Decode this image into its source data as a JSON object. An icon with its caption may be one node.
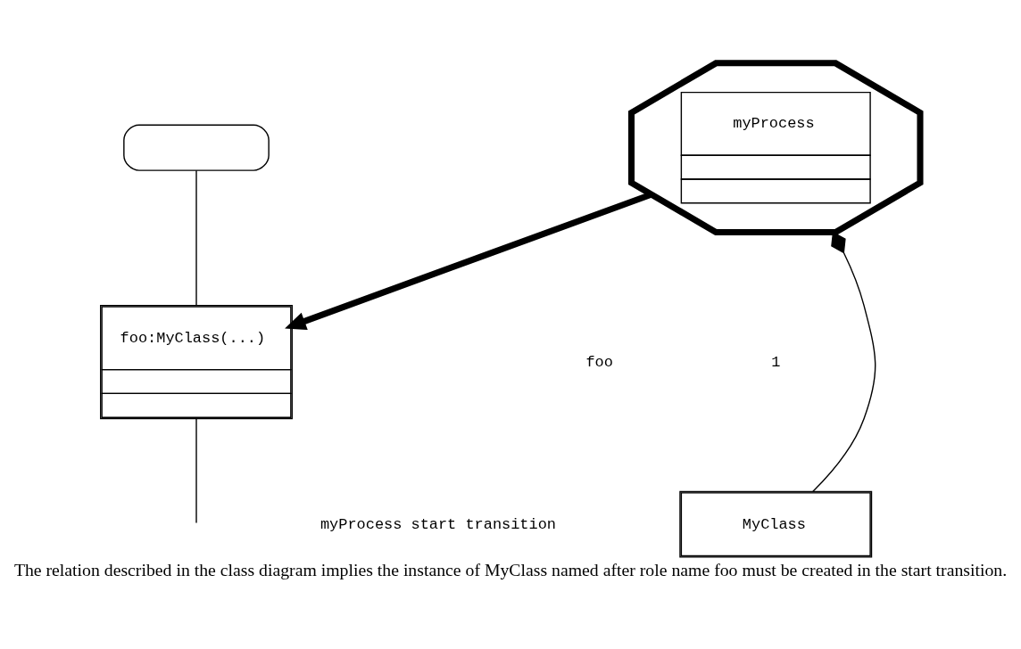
{
  "diagram": {
    "caption": "The relation described in the class diagram implies the instance of MyClass named after role name foo must be created in the start transition.",
    "nodes": [
      {
        "text": [
          "myProcess"
        ]
      },
      {
        "text": [
          "MyClass"
        ]
      },
      {
        "text": [],
        "shape": "oval"
      },
      {
        "text": [
          "foo:MyClass(...)"
        ]
      }
    ],
    "edges": [
      {
        "from": 1,
        "to": 0,
        "arrow": "other"
      },
      {
        "from": 2,
        "to": 3,
        "arrow": "none"
      },
      {
        "from": 3,
        "to": null,
        "arrow": "none"
      },
      {
        "from": 0,
        "to": 3,
        "arrow": "to",
        "style": "thick"
      }
    ],
    "labels": [
      "foo",
      "1",
      "myProcess start transition"
    ]
  }
}
